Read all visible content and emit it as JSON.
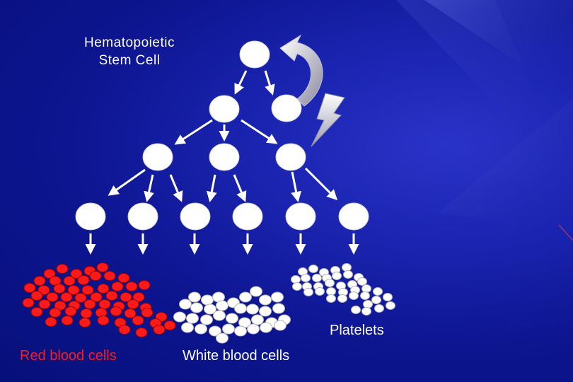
{
  "title_line1": "Hematopoietic",
  "title_line2": "Stem Cell",
  "labels": {
    "platelets": "Platelets",
    "red_blood_cells": "Red blood cells",
    "white_blood_cells": "White blood cells"
  },
  "colors": {
    "cell_white": "#ffffff",
    "cell_red": "#ff1a1a",
    "arrow": "#ffffff",
    "background": "#0d1590"
  }
}
